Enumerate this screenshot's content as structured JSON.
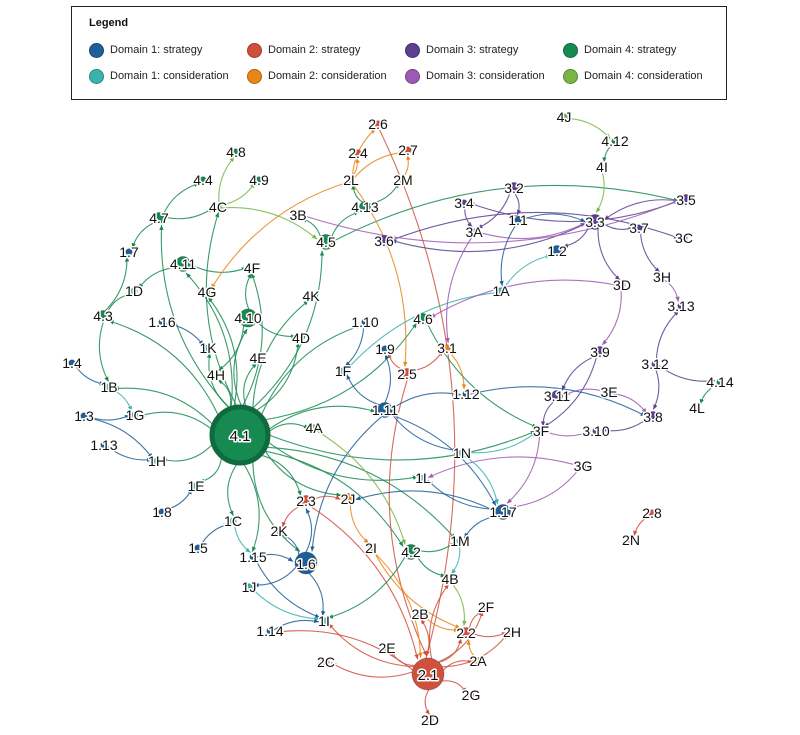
{
  "legend": {
    "title": "Legend",
    "items": [
      {
        "label": "Domain 1: strategy",
        "color": "#1f5f99"
      },
      {
        "label": "Domain 2: strategy",
        "color": "#d0503c"
      },
      {
        "label": "Domain 3: strategy",
        "color": "#5b3f91"
      },
      {
        "label": "Domain 4: strategy",
        "color": "#178a52"
      },
      {
        "label": "Domain 1: consideration",
        "color": "#3ab3ad"
      },
      {
        "label": "Domain 2: consideration",
        "color": "#ea8518"
      },
      {
        "label": "Domain 3: consideration",
        "color": "#9d59b4"
      },
      {
        "label": "Domain 4: consideration",
        "color": "#78b545"
      }
    ]
  },
  "graph": {
    "node_colors": {
      "d1s": "#1f5f99",
      "d1c": "#3ab3ad",
      "d2s": "#d0503c",
      "d2c": "#ea8518",
      "d3s": "#5b3f91",
      "d3c": "#9d59b4",
      "d4s": "#178a52",
      "d4c": "#78b545"
    },
    "nodes": [
      {
        "id": "4.1",
        "t": "d4s",
        "w": 10
      },
      {
        "id": "2.1",
        "t": "d2s",
        "w": 4
      },
      {
        "id": "1.6",
        "t": "d1s",
        "w": 3
      },
      {
        "id": "1.17",
        "t": "d1s",
        "w": 2
      },
      {
        "id": "1.11",
        "t": "d1s",
        "w": 2
      },
      {
        "id": "1.2",
        "t": "d1s",
        "w": 1.5
      },
      {
        "id": "4.10",
        "t": "d4s",
        "w": 2.5
      },
      {
        "id": "4.11",
        "t": "d4s",
        "w": 2
      },
      {
        "id": "4.5",
        "t": "d4s",
        "w": 2
      },
      {
        "id": "4.2",
        "t": "d4s",
        "w": 2
      },
      {
        "id": "4.3",
        "t": "d4s",
        "w": 1.5
      },
      {
        "id": "4.7",
        "t": "d4s",
        "w": 1.5
      },
      {
        "id": "4.13",
        "t": "d4s",
        "w": 1.5
      },
      {
        "id": "4.6",
        "t": "d4s",
        "w": 1.5
      },
      {
        "id": "3.3",
        "t": "d3s",
        "w": 2
      },
      {
        "id": "3.6",
        "t": "d3s",
        "w": 1.5
      },
      {
        "id": "3.8",
        "t": "d3s",
        "w": 1.5
      },
      {
        "id": "3.2",
        "t": "d3s",
        "w": 1.5
      },
      {
        "id": "3.9",
        "t": "d3s",
        "w": 1.5
      },
      {
        "id": "3.11",
        "t": "d3s",
        "w": 1.5
      },
      {
        "id": "3.5",
        "t": "d3s",
        "w": 1.5
      },
      {
        "id": "2.5",
        "t": "d2s",
        "w": 1.5
      },
      {
        "id": "2.2",
        "t": "d2s",
        "w": 1.5
      },
      {
        "id": "2.3",
        "t": "d2s",
        "w": 1.5
      },
      {
        "id": "2J",
        "t": "d2c",
        "w": 1.5
      },
      {
        "id": "4.8",
        "t": "d4s",
        "w": 1
      },
      {
        "id": "4.4",
        "t": "d4s",
        "w": 1
      },
      {
        "id": "4.9",
        "t": "d4s",
        "w": 1
      },
      {
        "id": "4C",
        "t": "d4c",
        "w": 1
      },
      {
        "id": "2.6",
        "t": "d2s",
        "w": 1
      },
      {
        "id": "2.4",
        "t": "d2s",
        "w": 1
      },
      {
        "id": "2.7",
        "t": "d2s",
        "w": 1
      },
      {
        "id": "2L",
        "t": "d2c",
        "w": 1
      },
      {
        "id": "2M",
        "t": "d2c",
        "w": 1
      },
      {
        "id": "4J",
        "t": "d4c",
        "w": 1
      },
      {
        "id": "4.12",
        "t": "d4s",
        "w": 1
      },
      {
        "id": "4I",
        "t": "d4c",
        "w": 1
      },
      {
        "id": "3.4",
        "t": "d3s",
        "w": 1
      },
      {
        "id": "1.1",
        "t": "d1s",
        "w": 1
      },
      {
        "id": "3A",
        "t": "d3c",
        "w": 1
      },
      {
        "id": "3B",
        "t": "d3c",
        "w": 1
      },
      {
        "id": "3.7",
        "t": "d3s",
        "w": 1
      },
      {
        "id": "3C",
        "t": "d3c",
        "w": 1
      },
      {
        "id": "1.7",
        "t": "d1s",
        "w": 1
      },
      {
        "id": "4F",
        "t": "d4c",
        "w": 1
      },
      {
        "id": "4G",
        "t": "d2c",
        "w": 1
      },
      {
        "id": "1D",
        "t": "d1c",
        "w": 1
      },
      {
        "id": "4K",
        "t": "d4c",
        "w": 1
      },
      {
        "id": "1A",
        "t": "d1c",
        "w": 1
      },
      {
        "id": "3D",
        "t": "d3c",
        "w": 1
      },
      {
        "id": "3H",
        "t": "d3c",
        "w": 1
      },
      {
        "id": "3.13",
        "t": "d3s",
        "w": 1
      },
      {
        "id": "1.16",
        "t": "d1s",
        "w": 1
      },
      {
        "id": "1K",
        "t": "d1c",
        "w": 1
      },
      {
        "id": "4D",
        "t": "d4c",
        "w": 1
      },
      {
        "id": "1.10",
        "t": "d1s",
        "w": 1
      },
      {
        "id": "4E",
        "t": "d4c",
        "w": 1
      },
      {
        "id": "4H",
        "t": "d4c",
        "w": 1
      },
      {
        "id": "1.9",
        "t": "d1s",
        "w": 1
      },
      {
        "id": "3.1",
        "t": "d2c",
        "w": 1
      },
      {
        "id": "1F",
        "t": "d1c",
        "w": 1
      },
      {
        "id": "1.4",
        "t": "d1s",
        "w": 1
      },
      {
        "id": "1B",
        "t": "d1c",
        "w": 1
      },
      {
        "id": "1.3",
        "t": "d1s",
        "w": 1
      },
      {
        "id": "1G",
        "t": "d1c",
        "w": 1
      },
      {
        "id": "1.13",
        "t": "d1s",
        "w": 1
      },
      {
        "id": "1H",
        "t": "d1c",
        "w": 1
      },
      {
        "id": "4A",
        "t": "d4c",
        "w": 1
      },
      {
        "id": "1.12",
        "t": "d1s",
        "w": 1
      },
      {
        "id": "3.12",
        "t": "d3s",
        "w": 1
      },
      {
        "id": "3E",
        "t": "d3c",
        "w": 1
      },
      {
        "id": "4.14",
        "t": "d4s",
        "w": 1
      },
      {
        "id": "4L",
        "t": "d4c",
        "w": 1
      },
      {
        "id": "3F",
        "t": "d3c",
        "w": 1
      },
      {
        "id": "3.10",
        "t": "d3s",
        "w": 1
      },
      {
        "id": "1N",
        "t": "d1c",
        "w": 1
      },
      {
        "id": "3G",
        "t": "d3c",
        "w": 1
      },
      {
        "id": "1L",
        "t": "d1c",
        "w": 1
      },
      {
        "id": "1E",
        "t": "d1c",
        "w": 1
      },
      {
        "id": "1.8",
        "t": "d1s",
        "w": 1
      },
      {
        "id": "1C",
        "t": "d1c",
        "w": 1
      },
      {
        "id": "2K",
        "t": "d2c",
        "w": 1
      },
      {
        "id": "1.5",
        "t": "d1s",
        "w": 1
      },
      {
        "id": "1.15",
        "t": "d1s",
        "w": 1
      },
      {
        "id": "2I",
        "t": "d2c",
        "w": 1
      },
      {
        "id": "1M",
        "t": "d1c",
        "w": 1
      },
      {
        "id": "1J",
        "t": "d1c",
        "w": 1
      },
      {
        "id": "4B",
        "t": "d4c",
        "w": 1
      },
      {
        "id": "2F",
        "t": "d2c",
        "w": 1
      },
      {
        "id": "2B",
        "t": "d2c",
        "w": 1
      },
      {
        "id": "1.14",
        "t": "d1s",
        "w": 1
      },
      {
        "id": "1I",
        "t": "d1c",
        "w": 1
      },
      {
        "id": "2H",
        "t": "d2c",
        "w": 1
      },
      {
        "id": "2E",
        "t": "d2c",
        "w": 1
      },
      {
        "id": "2C",
        "t": "d2c",
        "w": 1
      },
      {
        "id": "2A",
        "t": "d2c",
        "w": 1
      },
      {
        "id": "2G",
        "t": "d2c",
        "w": 1
      },
      {
        "id": "2D",
        "t": "d2c",
        "w": 1
      },
      {
        "id": "2.8",
        "t": "d2s",
        "w": 1
      },
      {
        "id": "2N",
        "t": "d2c",
        "w": 1
      }
    ],
    "edges": [
      [
        "4.1",
        "4.3"
      ],
      [
        "4.1",
        "4.7"
      ],
      [
        "4.1",
        "4.11"
      ],
      [
        "4.1",
        "4.10"
      ],
      [
        "4.1",
        "4.5"
      ],
      [
        "4.1",
        "4C"
      ],
      [
        "4.1",
        "4F"
      ],
      [
        "4.1",
        "4K"
      ],
      [
        "4.1",
        "4D"
      ],
      [
        "4.1",
        "4E"
      ],
      [
        "4.1",
        "4H"
      ],
      [
        "4.1",
        "4A"
      ],
      [
        "4.1",
        "4.6"
      ],
      [
        "4.1",
        "4.2"
      ],
      [
        "4.1",
        "1G"
      ],
      [
        "4.1",
        "1H"
      ],
      [
        "4.1",
        "1B"
      ],
      [
        "4.1",
        "1E"
      ],
      [
        "4.1",
        "1C"
      ],
      [
        "4.1",
        "1.15"
      ],
      [
        "4.1",
        "1.6"
      ],
      [
        "4.1",
        "2.3"
      ],
      [
        "4.1",
        "2J"
      ],
      [
        "4.1",
        "1.11"
      ],
      [
        "4.1",
        "3F"
      ],
      [
        "4.1",
        "1M"
      ],
      [
        "4.1",
        "1L"
      ],
      [
        "4.1",
        "1K"
      ],
      [
        "4.1",
        "4G"
      ],
      [
        "4.1",
        "1.10"
      ],
      [
        "4.7",
        "4C"
      ],
      [
        "4.7",
        "4.4"
      ],
      [
        "4.7",
        "1.7"
      ],
      [
        "4C",
        "4.8"
      ],
      [
        "4C",
        "4.9"
      ],
      [
        "4C",
        "4.5"
      ],
      [
        "4.11",
        "4F"
      ],
      [
        "4.10",
        "4F"
      ],
      [
        "4.3",
        "1.7"
      ],
      [
        "4.3",
        "1D"
      ],
      [
        "4.3",
        "1B"
      ],
      [
        "4.5",
        "3.5"
      ],
      [
        "4.5",
        "3B"
      ],
      [
        "4.5",
        "4.13"
      ],
      [
        "4.13",
        "2M"
      ],
      [
        "4.13",
        "2L"
      ],
      [
        "4.10",
        "4D"
      ],
      [
        "4.10",
        "4H"
      ],
      [
        "4.11",
        "1D"
      ],
      [
        "2L",
        "2.6"
      ],
      [
        "2L",
        "2.4"
      ],
      [
        "2L",
        "2.7"
      ],
      [
        "2M",
        "2.7"
      ],
      [
        "2L",
        "2.5"
      ],
      [
        "2L",
        "4G"
      ],
      [
        "2.6",
        "2.1"
      ],
      [
        "2.5",
        "2.1"
      ],
      [
        "2.5",
        "1.9"
      ],
      [
        "2.5",
        "3.1"
      ],
      [
        "4J",
        "4.12"
      ],
      [
        "4.12",
        "4I"
      ],
      [
        "4I",
        "3.3"
      ],
      [
        "3.4",
        "3A"
      ],
      [
        "3.2",
        "3A"
      ],
      [
        "3A",
        "3.3"
      ],
      [
        "3.3",
        "3.6"
      ],
      [
        "3.3",
        "3.7"
      ],
      [
        "3.3",
        "1.2"
      ],
      [
        "3.3",
        "3D"
      ],
      [
        "3.6",
        "3C"
      ],
      [
        "3.7",
        "3H"
      ],
      [
        "3H",
        "3.13"
      ],
      [
        "3.5",
        "3.3"
      ],
      [
        "3.5",
        "3.4"
      ],
      [
        "3B",
        "3.5"
      ],
      [
        "1.1",
        "3.3"
      ],
      [
        "1.1",
        "1A"
      ],
      [
        "1A",
        "1.2"
      ],
      [
        "1A",
        "1F"
      ],
      [
        "3D",
        "3.9"
      ],
      [
        "3D",
        "4.6"
      ],
      [
        "3.9",
        "3F"
      ],
      [
        "3.9",
        "3.11"
      ],
      [
        "3.12",
        "3.8"
      ],
      [
        "3.12",
        "4.14"
      ],
      [
        "3.12",
        "3.13"
      ],
      [
        "4.14",
        "4L"
      ],
      [
        "3E",
        "3.8"
      ],
      [
        "3E",
        "3.11"
      ],
      [
        "3.8",
        "3.10"
      ],
      [
        "3F",
        "3.10"
      ],
      [
        "3F",
        "1.17"
      ],
      [
        "3.11",
        "3F"
      ],
      [
        "3.2",
        "1.1"
      ],
      [
        "3A",
        "3.1"
      ],
      [
        "3.1",
        "1.12"
      ],
      [
        "1N",
        "3F"
      ],
      [
        "3G",
        "1.17"
      ],
      [
        "3G",
        "1L"
      ],
      [
        "1.11",
        "1.12"
      ],
      [
        "1.11",
        "1N"
      ],
      [
        "1.11",
        "1F"
      ],
      [
        "1.11",
        "1.9"
      ],
      [
        "1.11",
        "1.17"
      ],
      [
        "1.11",
        "1.6"
      ],
      [
        "1.10",
        "1F"
      ],
      [
        "1.17",
        "1M"
      ],
      [
        "1.17",
        "1L"
      ],
      [
        "1.17",
        "2J"
      ],
      [
        "1N",
        "1.17"
      ],
      [
        "1.4",
        "1B"
      ],
      [
        "1B",
        "1G"
      ],
      [
        "1.3",
        "1G"
      ],
      [
        "1.3",
        "1H"
      ],
      [
        "1.13",
        "1H"
      ],
      [
        "1.16",
        "1K"
      ],
      [
        "1.8",
        "1E"
      ],
      [
        "1.5",
        "1C"
      ],
      [
        "1C",
        "1.15"
      ],
      [
        "1.15",
        "1.6"
      ],
      [
        "1.15",
        "1I"
      ],
      [
        "1.6",
        "1I"
      ],
      [
        "1.6",
        "2K"
      ],
      [
        "1.6",
        "1J"
      ],
      [
        "1J",
        "1I"
      ],
      [
        "1.14",
        "1I"
      ],
      [
        "1.6",
        "2.3"
      ],
      [
        "2.3",
        "2J"
      ],
      [
        "2.3",
        "2K"
      ],
      [
        "2.3",
        "2.1"
      ],
      [
        "2J",
        "2I"
      ],
      [
        "2I",
        "2.1"
      ],
      [
        "2I",
        "2.2"
      ],
      [
        "2.1",
        "2A"
      ],
      [
        "2.1",
        "2B"
      ],
      [
        "2.1",
        "2C"
      ],
      [
        "2.1",
        "2D"
      ],
      [
        "2.1",
        "2E"
      ],
      [
        "2.1",
        "2F"
      ],
      [
        "2.1",
        "2G"
      ],
      [
        "2.1",
        "2H"
      ],
      [
        "2.1",
        "4B"
      ],
      [
        "2.1",
        "2.2"
      ],
      [
        "2.1",
        "1I"
      ],
      [
        "2.1",
        "1.14"
      ],
      [
        "2.2",
        "2F"
      ],
      [
        "2.2",
        "2H"
      ],
      [
        "2A",
        "2.2"
      ],
      [
        "2B",
        "2.2"
      ],
      [
        "4B",
        "2.2"
      ],
      [
        "4.2",
        "4B"
      ],
      [
        "4.2",
        "1I"
      ],
      [
        "4.2",
        "1M"
      ],
      [
        "1M",
        "4B"
      ],
      [
        "2.8",
        "2N"
      ],
      [
        "1.12",
        "3.8"
      ],
      [
        "4.6",
        "3F"
      ],
      [
        "4A",
        "4.2"
      ]
    ]
  }
}
